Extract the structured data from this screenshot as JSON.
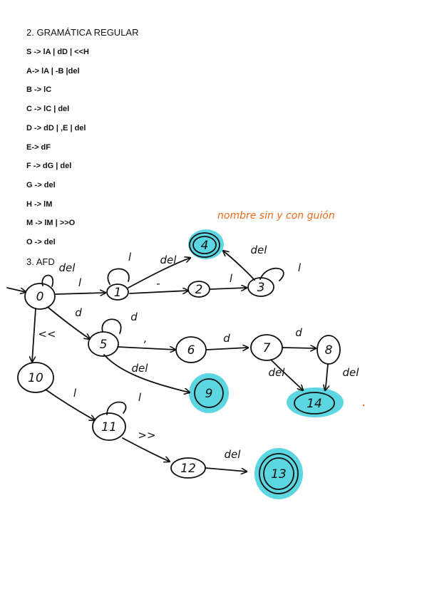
{
  "grammar": {
    "title": "2. GRAMÁTICA REGULAR",
    "rules": [
      "S -> lA | dD | <<H",
      "A-> lA | -B |del",
      "B -> lC",
      "C -> lC | del",
      "D -> dD | ,E | del",
      "E-> dF",
      "F -> dG | del",
      "G -> del",
      "H -> lM",
      "M -> lM | >>O",
      "O -> del"
    ]
  },
  "afd": {
    "title": "3. AFD",
    "note": "nombre sin y con guión",
    "colors": {
      "ink": "#111111",
      "accept_fill": "#3fd0dc",
      "note": "#ef6c1a"
    },
    "states": [
      "0",
      "1",
      "2",
      "3",
      "4",
      "5",
      "6",
      "7",
      "8",
      "9",
      "10",
      "11",
      "12",
      "13",
      "14"
    ],
    "accepting_states": [
      "4",
      "9",
      "13",
      "14"
    ],
    "transitions": [
      {
        "from": "0",
        "to": "0",
        "label": "del"
      },
      {
        "from": "0",
        "to": "1",
        "label": "l"
      },
      {
        "from": "1",
        "to": "1",
        "label": "l"
      },
      {
        "from": "1",
        "to": "4",
        "label": "del"
      },
      {
        "from": "1",
        "to": "2",
        "label": "-"
      },
      {
        "from": "2",
        "to": "3",
        "label": "l"
      },
      {
        "from": "3",
        "to": "3",
        "label": "l"
      },
      {
        "from": "3",
        "to": "4",
        "label": "del"
      },
      {
        "from": "0",
        "to": "5",
        "label": "d"
      },
      {
        "from": "5",
        "to": "5",
        "label": "d"
      },
      {
        "from": "5",
        "to": "6",
        "label": ","
      },
      {
        "from": "6",
        "to": "7",
        "label": "d"
      },
      {
        "from": "7",
        "to": "8",
        "label": "d"
      },
      {
        "from": "7",
        "to": "14",
        "label": "del"
      },
      {
        "from": "8",
        "to": "14",
        "label": "del"
      },
      {
        "from": "5",
        "to": "9",
        "label": "del"
      },
      {
        "from": "0",
        "to": "10",
        "label": "<<"
      },
      {
        "from": "10",
        "to": "11",
        "label": "l"
      },
      {
        "from": "11",
        "to": "11",
        "label": "l"
      },
      {
        "from": "11",
        "to": "12",
        "label": ">>"
      },
      {
        "from": "12",
        "to": "13",
        "label": "del"
      }
    ]
  }
}
